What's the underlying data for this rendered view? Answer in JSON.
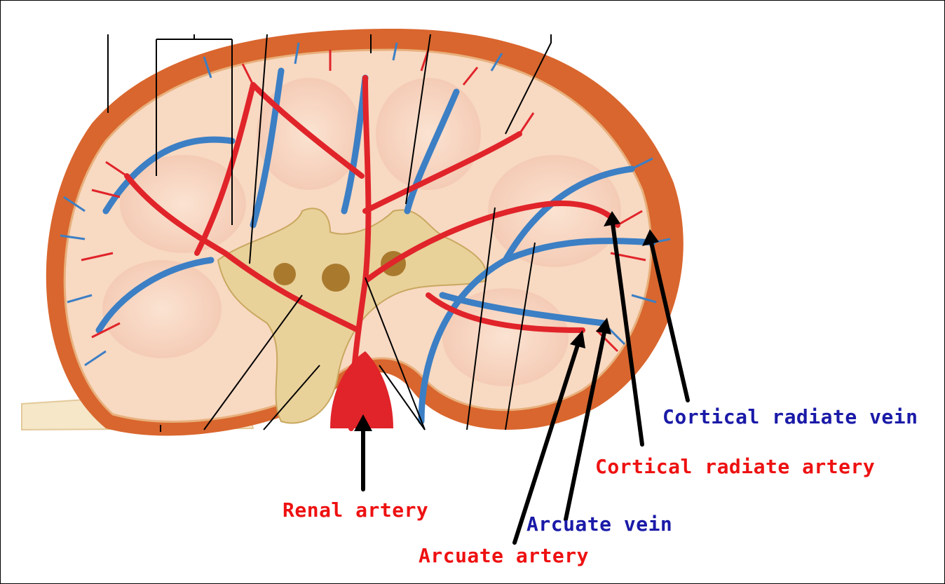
{
  "labels": {
    "cortical_radiate_vein": "Cortical radiate vein",
    "cortical_radiate_artery": "Cortical radiate artery",
    "renal_artery": "Renal artery",
    "arcuate_vein": "Arcuate vein",
    "arcuate_artery": "Arcuate artery"
  },
  "colors": {
    "artery": "#ee1111",
    "vein": "#1a1aa8",
    "capsule": "#d9662e",
    "cortex": "#f6d2b8",
    "sinus": "#e9d19a"
  }
}
